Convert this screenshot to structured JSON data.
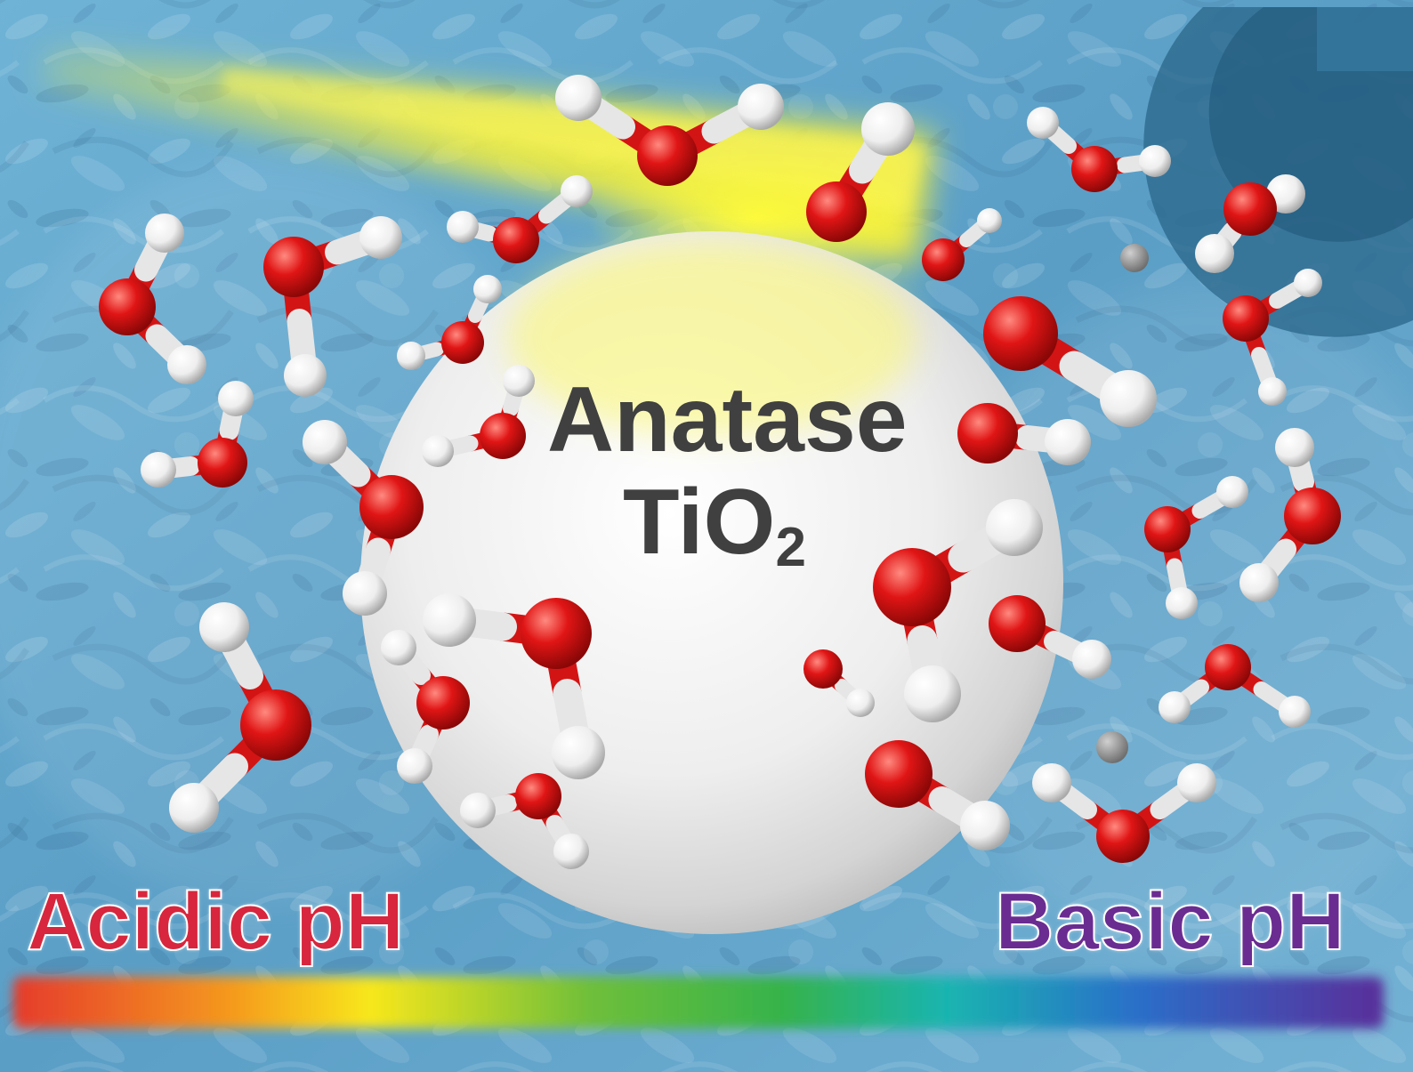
{
  "title": {
    "line1": "Anatase",
    "line2_main": "TiO",
    "line2_sub": "2"
  },
  "acidic_label": "Acidic pH",
  "basic_label": "Basic pH",
  "colors": {
    "acidic_text": "#d7263d",
    "basic_text": "#6a2c91",
    "oxygen_atom": "#e01515",
    "hydrogen_atom": "#f2f2f2",
    "sphere": "#ececec",
    "water_background": "#5fa3c9",
    "light_beam": "#f4ee1f",
    "title_text": "#404040"
  }
}
